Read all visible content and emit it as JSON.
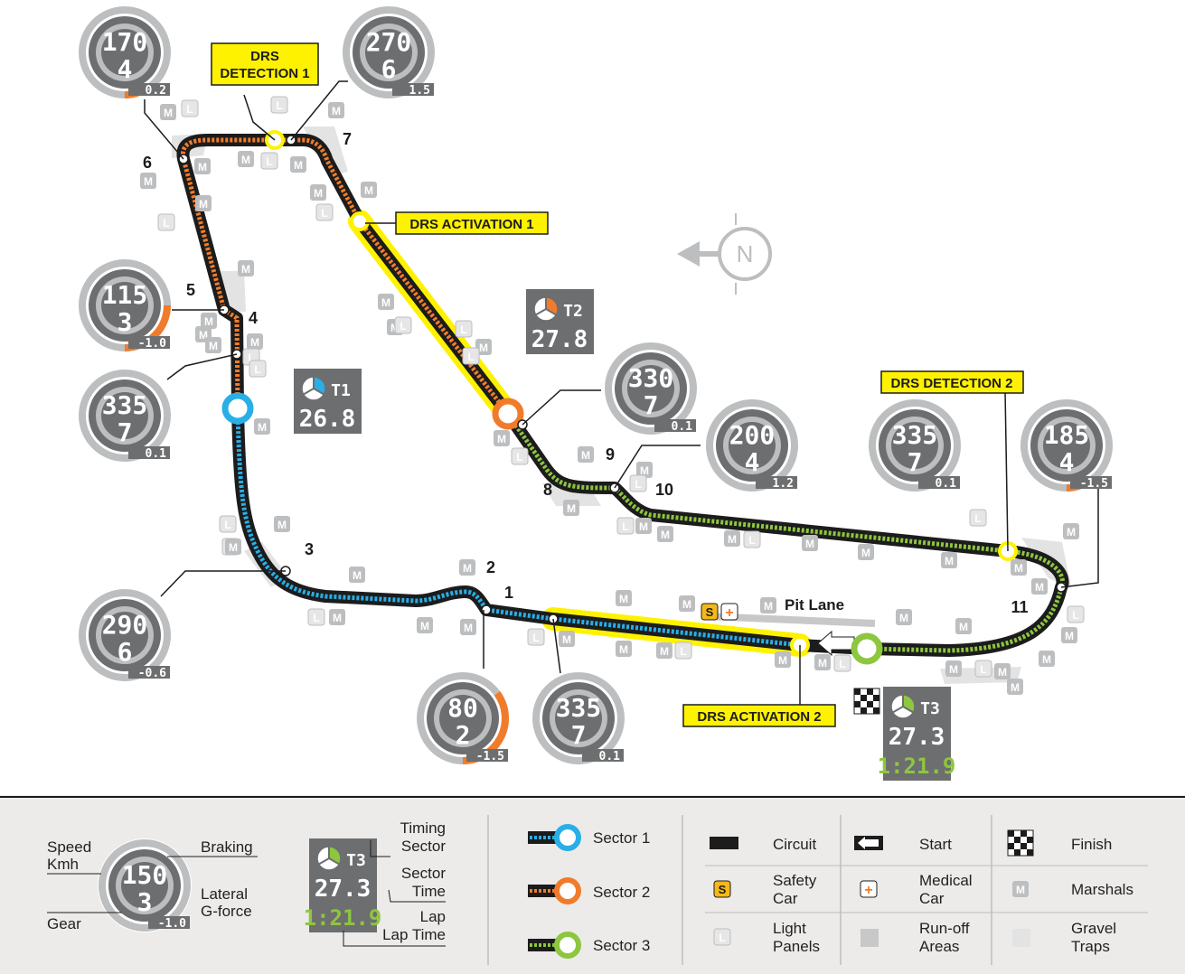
{
  "colors": {
    "track": "#1c1c1c",
    "sector1": "#29aee6",
    "sector2": "#f07c2b",
    "sector3": "#8dc63f",
    "drs": "#fff200",
    "gravel": "#e6e6e6",
    "runoff": "#c8c8c8",
    "gauge_dark": "#6d6e70",
    "gauge_light": "#bcbec0",
    "legend_bg": "#ecebe9",
    "braking": "#f07c2b"
  },
  "compass": {
    "label": "N",
    "icon": "compass-west-arrow-icon"
  },
  "corners": [
    "1",
    "2",
    "3",
    "4",
    "5",
    "6",
    "7",
    "8",
    "9",
    "10",
    "11"
  ],
  "drs_labels": {
    "detection1": "DRS\nDETECTION 1",
    "activation1": "DRS ACTIVATION 1",
    "detection2": "DRS DETECTION 2",
    "activation2": "DRS ACTIVATION 2"
  },
  "pit_lane_label": "Pit Lane",
  "timing_sectors": [
    {
      "id": "T1",
      "time": "26.8",
      "lap": ""
    },
    {
      "id": "T2",
      "time": "27.8",
      "lap": ""
    },
    {
      "id": "T3",
      "time": "27.3",
      "lap": "1:21.9"
    }
  ],
  "gauges": [
    {
      "id": "c6",
      "speed": "170",
      "gear": "4",
      "g": "0.2",
      "braking": 0.1
    },
    {
      "id": "c7",
      "speed": "270",
      "gear": "6",
      "g": "1.5",
      "braking": 0
    },
    {
      "id": "c5",
      "speed": "115",
      "gear": "3",
      "g": "-1.0",
      "braking": 0.5
    },
    {
      "id": "c4",
      "speed": "335",
      "gear": "7",
      "g": "0.1",
      "braking": 0
    },
    {
      "id": "c8",
      "speed": "330",
      "gear": "7",
      "g": "0.1",
      "braking": 0
    },
    {
      "id": "c9",
      "speed": "200",
      "gear": "4",
      "g": "1.2",
      "braking": 0
    },
    {
      "id": "drs2",
      "speed": "335",
      "gear": "7",
      "g": "0.1",
      "braking": 0
    },
    {
      "id": "c11",
      "speed": "185",
      "gear": "4",
      "g": "-1.5",
      "braking": 0.1
    },
    {
      "id": "c3",
      "speed": "290",
      "gear": "6",
      "g": "-0.6",
      "braking": 0
    },
    {
      "id": "c1",
      "speed": "80",
      "gear": "2",
      "g": "-1.5",
      "braking": 0.7
    },
    {
      "id": "straight",
      "speed": "335",
      "gear": "7",
      "g": "0.1",
      "braking": 0
    }
  ],
  "legend": {
    "gauge": {
      "speed": "150",
      "gear": "3",
      "g": "-1.0",
      "labels": {
        "speed": "Speed\nKmh",
        "braking": "Braking",
        "lateral": "Lateral\nG-force",
        "gear": "Gear"
      }
    },
    "timing": {
      "id": "T3",
      "time": "27.3",
      "lap": "1:21.9",
      "labels": {
        "sector": "Timing\nSector",
        "time": "Sector\nTime",
        "lap": "Lap\nTime"
      }
    },
    "sectors": [
      "Sector 1",
      "Sector 2",
      "Sector 3"
    ],
    "keys": [
      {
        "label": "Circuit",
        "icon": "circuit-icon"
      },
      {
        "label": "Start",
        "icon": "start-arrow-icon"
      },
      {
        "label": "Finish",
        "icon": "checkered-flag-icon"
      },
      {
        "label": "Safety\nCar",
        "icon": "safety-car-icon",
        "glyph": "S"
      },
      {
        "label": "Medical\nCar",
        "icon": "medical-car-icon",
        "glyph": "+"
      },
      {
        "label": "Marshals",
        "icon": "marshal-icon",
        "glyph": "M"
      },
      {
        "label": "Light\nPanels",
        "icon": "light-panel-icon",
        "glyph": "L"
      },
      {
        "label": "Run-off\nAreas",
        "icon": "runoff-icon"
      },
      {
        "label": "Gravel\nTraps",
        "icon": "gravel-icon"
      }
    ]
  },
  "marker_glyphs": {
    "marshal": "M",
    "light": "L",
    "safety": "S",
    "medical": "+"
  }
}
